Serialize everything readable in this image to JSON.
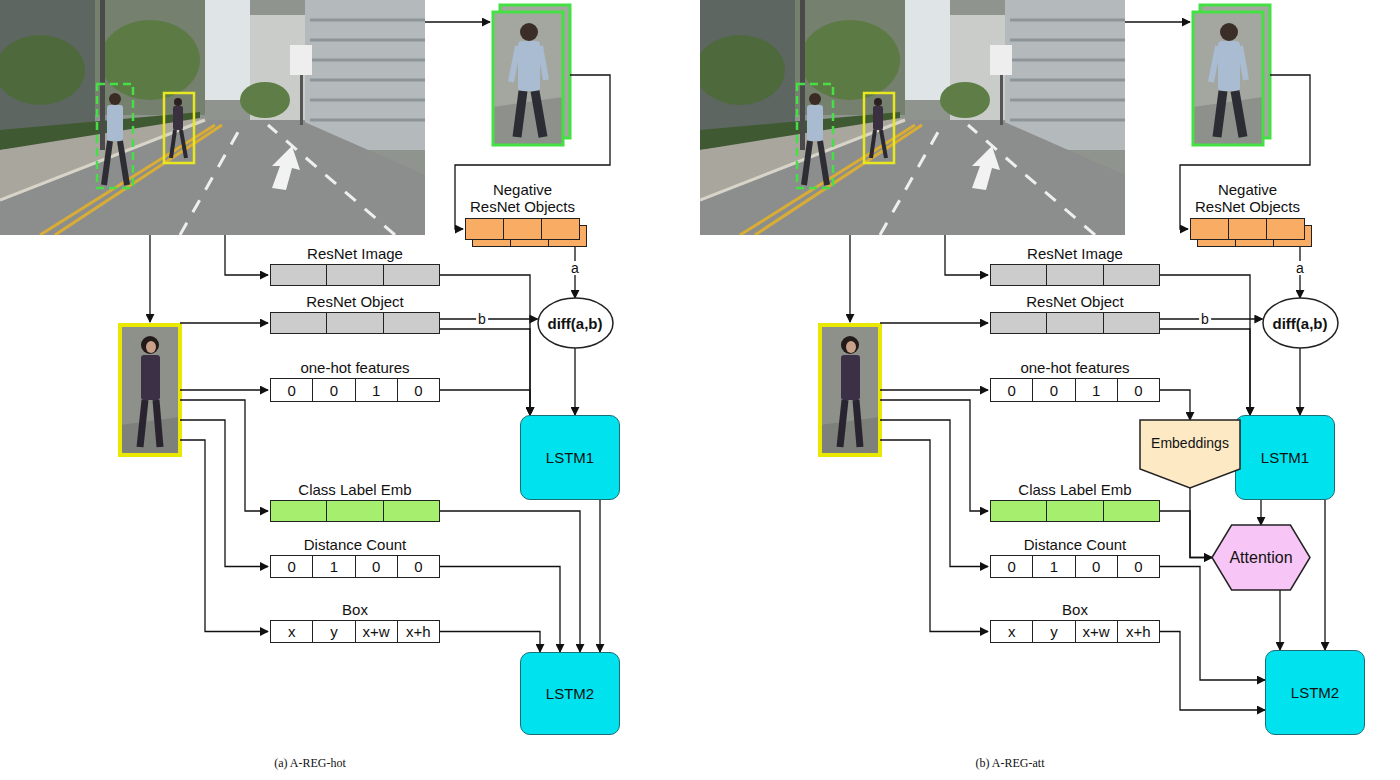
{
  "diagram": {
    "nodes": [
      {
        "text": [
          "Negative ResNet Objects"
        ]
      },
      {
        "text": [
          "ResNet Image"
        ]
      },
      {
        "text": [
          "ResNet Object"
        ]
      },
      {
        "text": [
          "diff(a,b)"
        ]
      },
      {
        "text": [
          "one-hot features",
          "0",
          "0",
          "1",
          "0"
        ]
      },
      {
        "text": [
          "LSTM1"
        ]
      },
      {
        "text": [
          "Class Label Emb"
        ]
      },
      {
        "text": [
          "Distance Count",
          "0",
          "1",
          "0",
          "0"
        ]
      },
      {
        "text": [
          "Box",
          "x",
          "y",
          "x+w",
          "x+h"
        ]
      },
      {
        "text": [
          "LSTM2"
        ]
      },
      {
        "text": [
          "Negative ResNet Objects"
        ]
      },
      {
        "text": [
          "ResNet Image"
        ]
      },
      {
        "text": [
          "ResNet Object"
        ]
      },
      {
        "text": [
          "diff(a,b)"
        ]
      },
      {
        "text": [
          "one-hot features",
          "0",
          "0",
          "1",
          "0"
        ]
      },
      {
        "text": [
          "LSTM1"
        ]
      },
      {
        "text": [
          "Embeddings"
        ]
      },
      {
        "text": [
          "Class Label Emb"
        ]
      },
      {
        "text": [
          "Attention"
        ]
      },
      {
        "text": [
          "Distance Count",
          "0",
          "1",
          "0",
          "0"
        ]
      },
      {
        "text": [
          "Box",
          "x",
          "y",
          "x+w",
          "x+h"
        ]
      },
      {
        "text": [
          "LSTM2"
        ]
      }
    ],
    "edges": [
      {
        "from": 0,
        "to": 3,
        "label": "a",
        "arrow": "to"
      },
      {
        "from": 2,
        "to": 3,
        "label": "b",
        "arrow": "to"
      },
      {
        "from": 1,
        "to": 5,
        "arrow": "to"
      },
      {
        "from": 2,
        "to": 5,
        "arrow": "to"
      },
      {
        "from": 4,
        "to": 5,
        "arrow": "to"
      },
      {
        "from": 3,
        "to": 5,
        "arrow": "to"
      },
      {
        "from": 5,
        "to": 9,
        "arrow": "to"
      },
      {
        "from": 6,
        "to": 9,
        "arrow": "to"
      },
      {
        "from": 7,
        "to": 9,
        "arrow": "to"
      },
      {
        "from": 8,
        "to": 9,
        "arrow": "to"
      },
      {
        "from": 10,
        "to": 13,
        "label": "a",
        "arrow": "to"
      },
      {
        "from": 12,
        "to": 13,
        "label": "b",
        "arrow": "to"
      },
      {
        "from": 11,
        "to": 15,
        "arrow": "to"
      },
      {
        "from": 12,
        "to": 15,
        "arrow": "to"
      },
      {
        "from": 13,
        "to": 15,
        "arrow": "to"
      },
      {
        "from": 14,
        "to": 16,
        "arrow": "to"
      },
      {
        "from": 16,
        "to": 18,
        "arrow": "to"
      },
      {
        "from": 17,
        "to": 18,
        "arrow": "to"
      },
      {
        "from": 15,
        "to": 18,
        "arrow": "to"
      },
      {
        "from": 15,
        "to": 21,
        "arrow": "to"
      },
      {
        "from": 18,
        "to": 21,
        "arrow": "to"
      },
      {
        "from": 19,
        "to": 21,
        "arrow": "to"
      },
      {
        "from": 20,
        "to": 21,
        "arrow": "to"
      }
    ],
    "labels": [
      "(a) A-REG-hot",
      "(b) A-REG-att"
    ]
  }
}
